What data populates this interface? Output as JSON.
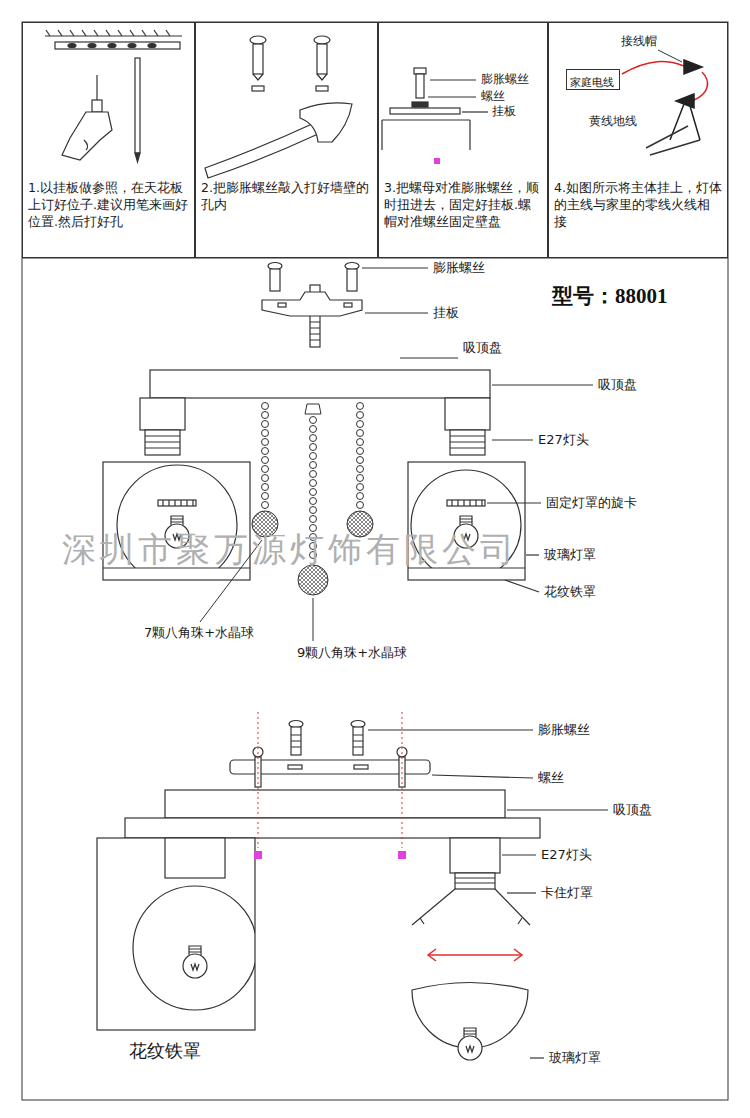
{
  "diagram": {
    "title": "型号：88001",
    "nodes": [
      {
        "text": [
          "1.以挂板做参照，在天花板上订好位子.建议用笔来画好位置.然后打好孔"
        ]
      },
      {
        "text": [
          "2.把膨胀螺丝敲入打好墙壁的孔内"
        ]
      },
      {
        "text": [
          "3.把螺母对准膨胀螺丝，顺时扭进去，固定好挂板.螺帽对准螺丝固定壁盘"
        ]
      },
      {
        "text": [
          "4.如图所示将主体挂上，灯体的主线与家里的零线火线相接"
        ]
      },
      {
        "text": [
          "家庭电线"
        ],
        "in": 3
      }
    ],
    "labels": [
      "膨胀螺丝",
      "螺丝",
      "挂板",
      "接线帽",
      "黄线地线",
      "膨胀螺丝",
      "挂板",
      "吸顶盘",
      "吸顶盘",
      "E27灯头",
      "固定灯罩的旋卡",
      "玻璃灯罩",
      "花纹铁罩",
      "7颗八角珠+水晶球",
      "9颗八角珠+水晶球",
      "深圳市聚万源灯饰有限公司",
      "膨胀螺丝",
      "螺丝",
      "吸顶盘",
      "E27灯头",
      "卡住灯罩",
      "花纹铁罩",
      "玻璃灯罩"
    ]
  }
}
